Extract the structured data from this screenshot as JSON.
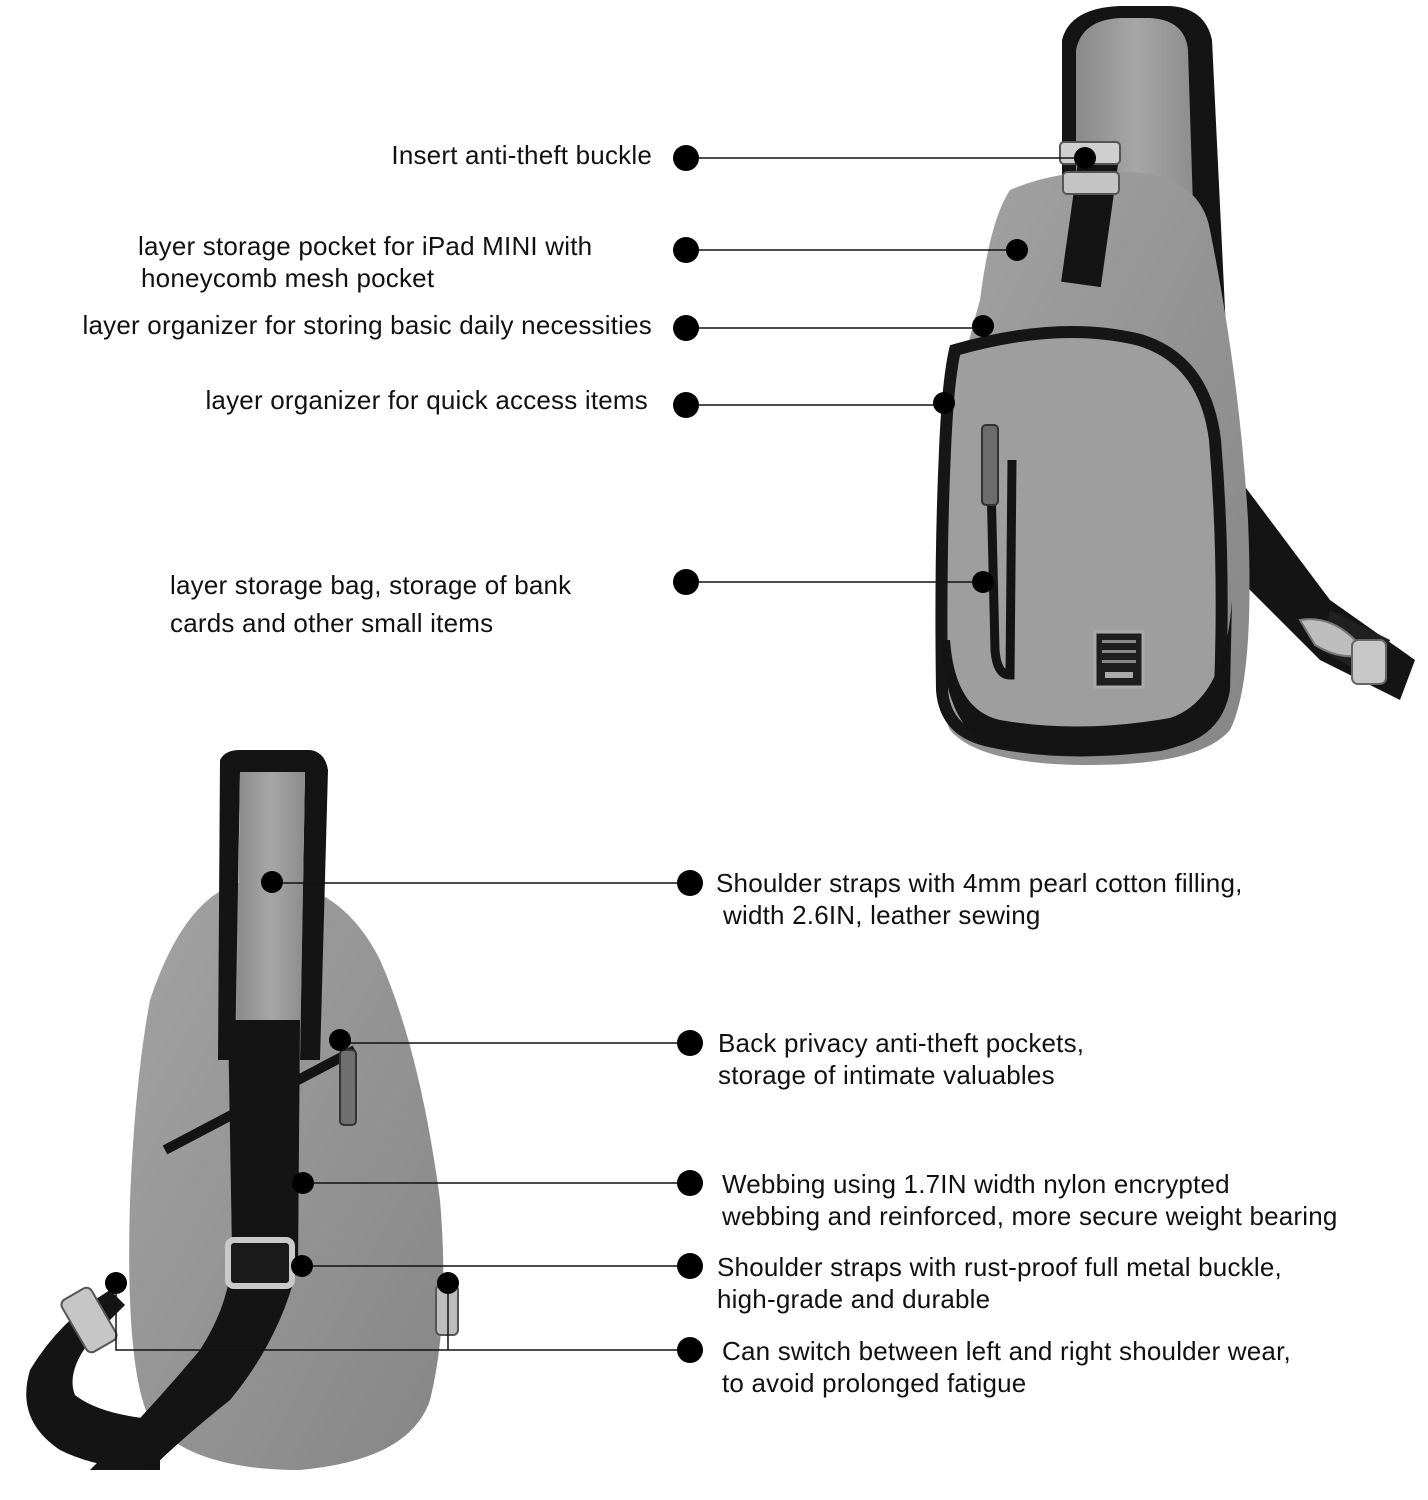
{
  "colors": {
    "fabric": "#9a9a9a",
    "fabric_dark": "#7d7d7d",
    "leather": "#141414",
    "metal": "#c8c8c8",
    "text": "#111111"
  },
  "front_callouts": [
    {
      "lines": [
        "Insert anti-theft buckle"
      ]
    },
    {
      "lines": [
        "layer storage pocket for iPad MINI with",
        "honeycomb mesh pocket"
      ]
    },
    {
      "lines": [
        "layer organizer for storing basic daily necessities"
      ]
    },
    {
      "lines": [
        "layer organizer for quick access items"
      ]
    },
    {
      "lines": [
        "layer storage bag, storage of bank",
        "cards and other small items"
      ]
    }
  ],
  "back_callouts": [
    {
      "lines": [
        "Shoulder straps with 4mm pearl cotton filling,",
        "width 2.6IN, leather sewing"
      ]
    },
    {
      "lines": [
        "Back privacy anti-theft pockets,",
        "storage of intimate valuables"
      ]
    },
    {
      "lines": [
        "Webbing using 1.7IN width nylon encrypted",
        "webbing and reinforced, more secure weight bearing"
      ]
    },
    {
      "lines": [
        "Shoulder straps with rust-proof full metal buckle,",
        "high-grade and durable"
      ]
    },
    {
      "lines": [
        "Can switch between left and right shoulder wear,",
        "to avoid prolonged fatigue"
      ]
    }
  ]
}
